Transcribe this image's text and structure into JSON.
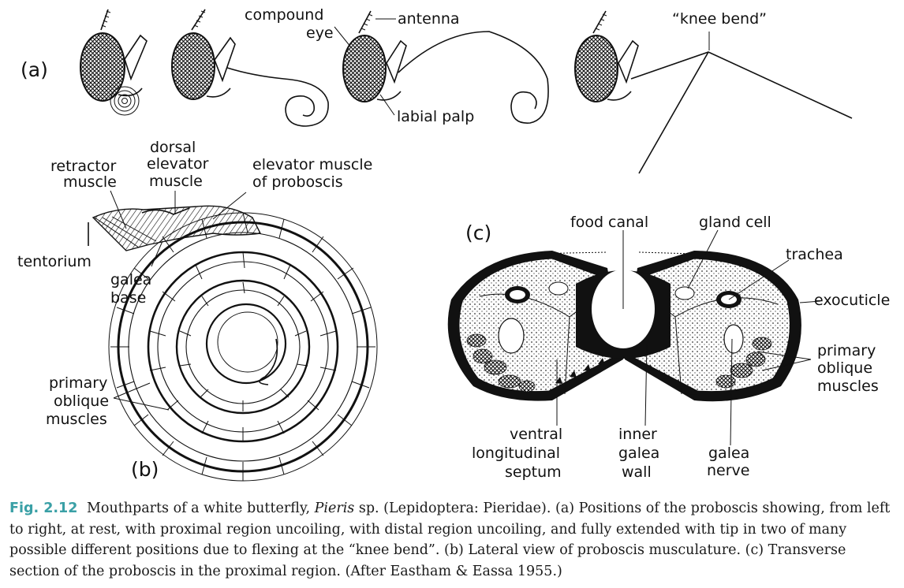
{
  "labels": {
    "panel_a": "(a)",
    "panel_b": "(b)",
    "panel_c": "(c)",
    "compound_eye_1": "compound",
    "compound_eye_2": "eye",
    "antenna": "antenna",
    "labial_palp": "labial palp",
    "knee_bend": "“knee bend”",
    "retractor_1": "retractor",
    "retractor_2": "muscle",
    "dorsal_1": "dorsal",
    "dorsal_2": "elevator",
    "dorsal_3": "muscle",
    "elevator_1": "elevator muscle",
    "elevator_2": "of proboscis",
    "tentorium": "tentorium",
    "galea_base_1": "galea",
    "galea_base_2": "base",
    "primary_oblique_b_1": "primary",
    "primary_oblique_b_2": "oblique",
    "primary_oblique_b_3": "muscles",
    "food_canal": "food canal",
    "gland_cell": "gland cell",
    "trachea": "trachea",
    "exocuticle": "exocuticle",
    "primary_oblique_c_1": "primary",
    "primary_oblique_c_2": "oblique",
    "primary_oblique_c_3": "muscles",
    "ventral_1": "ventral",
    "ventral_2": "longitudinal",
    "ventral_3": "septum",
    "inner_1": "inner",
    "inner_2": "galea",
    "inner_3": "wall",
    "galea_nerve_1": "galea",
    "galea_nerve_2": "nerve"
  },
  "caption": {
    "fig_label": "Fig. 2.12",
    "text_before_genus": "Mouthparts of a white butterfly,",
    "genus": "Pieris",
    "text_after_genus": "sp. (Lepidoptera: Pieridae). (a) Positions of the proboscis showing, from left to right, at rest, with proximal region uncoiling, with distal region uncoiling, and fully extended with tip in two of many possible different positions due to flexing at the “knee bend”. (b) Lateral view of proboscis musculature. (c) Transverse section of the proboscis in the proximal region. (After Eastham & Eassa 1955.)"
  }
}
